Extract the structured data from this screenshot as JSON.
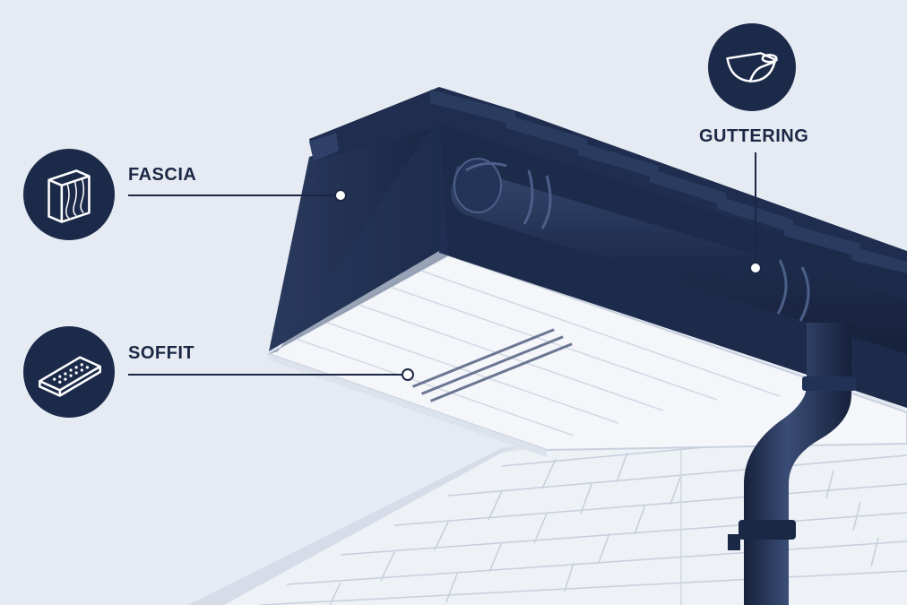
{
  "labels": {
    "fascia": "FASCIA",
    "soffit": "SOFFIT",
    "guttering": "GUTTERING"
  },
  "colors": {
    "background": "#e6ebf3",
    "navy": "#1c2a4a",
    "soffit_white": "#f4f6fa",
    "brick": "#eef1f6"
  },
  "icons": {
    "fascia": "fascia-board-icon",
    "soffit": "soffit-vent-icon",
    "guttering": "gutter-section-icon"
  }
}
